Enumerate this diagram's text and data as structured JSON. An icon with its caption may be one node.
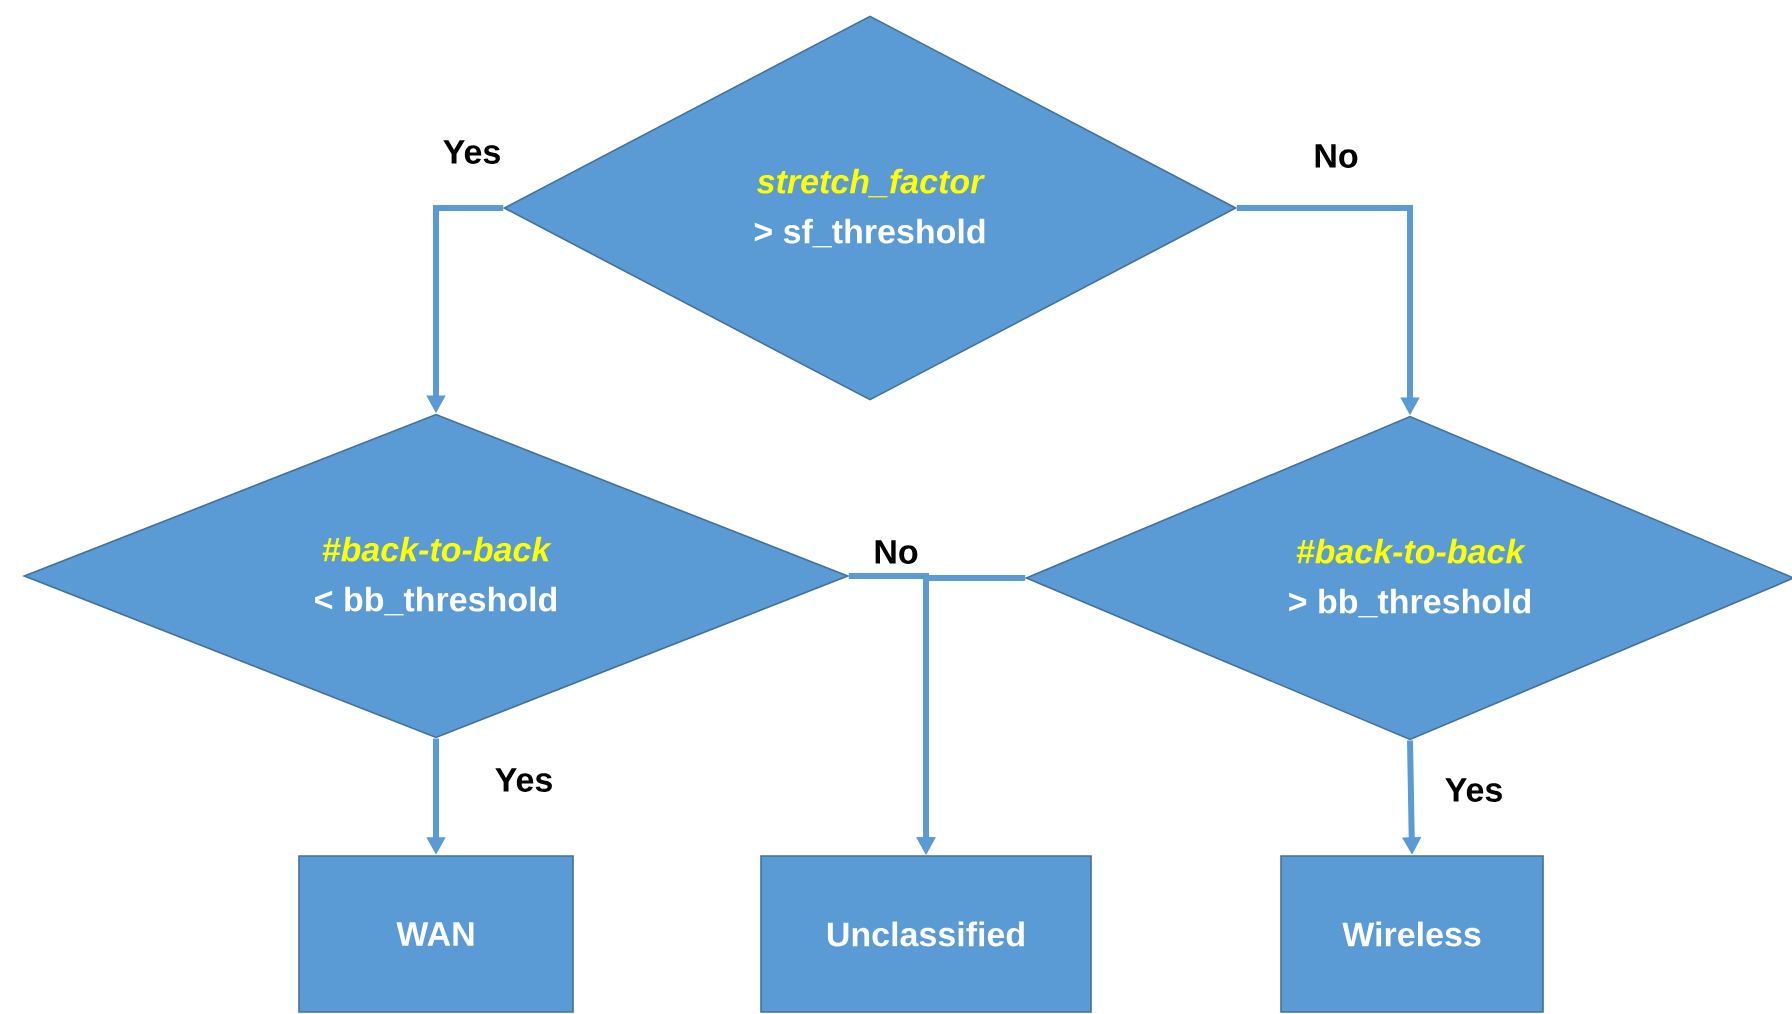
{
  "diagram": {
    "nodes": [
      {
        "text": [
          "stretch_factor",
          "> sf_threshold"
        ]
      },
      {
        "text": [
          "#back-to-back",
          "< bb_threshold"
        ]
      },
      {
        "text": [
          "#back-to-back",
          "> bb_threshold"
        ]
      },
      {
        "text": [
          "WAN"
        ]
      },
      {
        "text": [
          "Unclassified"
        ]
      },
      {
        "text": [
          "Wireless"
        ]
      }
    ],
    "edges": [
      {
        "from": 0,
        "to": 1,
        "arrow": "to",
        "label": "Yes"
      },
      {
        "from": 0,
        "to": 2,
        "arrow": "to",
        "label": "No"
      },
      {
        "from": 1,
        "to": 4,
        "arrow": "to",
        "label": "No"
      },
      {
        "from": 2,
        "to": 4,
        "arrow": "to"
      },
      {
        "from": 1,
        "to": 3,
        "arrow": "to",
        "label": "Yes"
      },
      {
        "from": 2,
        "to": 5,
        "arrow": "to",
        "label": "Yes"
      }
    ]
  }
}
